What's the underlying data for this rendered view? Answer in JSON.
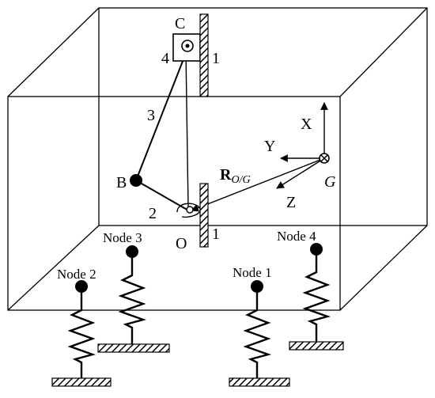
{
  "labels": {
    "point_c": "C",
    "point_b": "B",
    "point_o": "O",
    "point_g": "G",
    "link_3": "3",
    "link_2": "2",
    "link_4": "4",
    "link_1_top": "1",
    "link_1_bottom": "1",
    "axis_x": "X",
    "axis_y": "Y",
    "axis_z": "Z",
    "r_main": "R",
    "r_sub": "O/G"
  },
  "nodes": [
    "Node 1",
    "Node 2",
    "Node 3",
    "Node 4"
  ],
  "colors": {
    "stroke": "#000000",
    "fill_dot": "#000000",
    "background": "#ffffff"
  }
}
